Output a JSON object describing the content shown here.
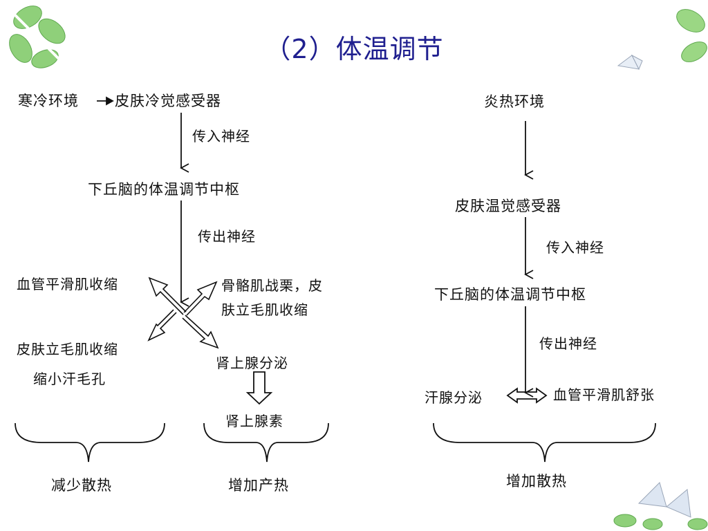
{
  "slide": {
    "title": "（2）体温调节"
  },
  "cold": {
    "stimulus": "寒冷环境",
    "receptor": "皮肤冷觉感受器",
    "afferent": "传入神经",
    "center": "下丘脑的体温调节中枢",
    "efferent": "传出神经",
    "effect_vessel": "血管平滑肌收缩",
    "effect_shiver_line1": "骨骼肌战栗，皮",
    "effect_shiver_line2": "肤立毛肌收缩",
    "effect_pilo": "皮肤立毛肌收缩",
    "effect_pore": "缩小汗毛孔",
    "adrenal": "肾上腺分泌",
    "hormone": "肾上腺素",
    "result_reduce": "减少散热",
    "result_increase": "增加产热"
  },
  "hot": {
    "stimulus": "炎热环境",
    "receptor": "皮肤温觉感受器",
    "afferent": "传入神经",
    "center": "下丘脑的体温调节中枢",
    "efferent": "传出神经",
    "sweat": "汗腺分泌",
    "vessel": "血管平滑肌舒张",
    "result": "增加散热"
  },
  "colors": {
    "title": "#1f1f8f",
    "leaf": "#7cc46a",
    "leaf_dark": "#4f9a43"
  }
}
